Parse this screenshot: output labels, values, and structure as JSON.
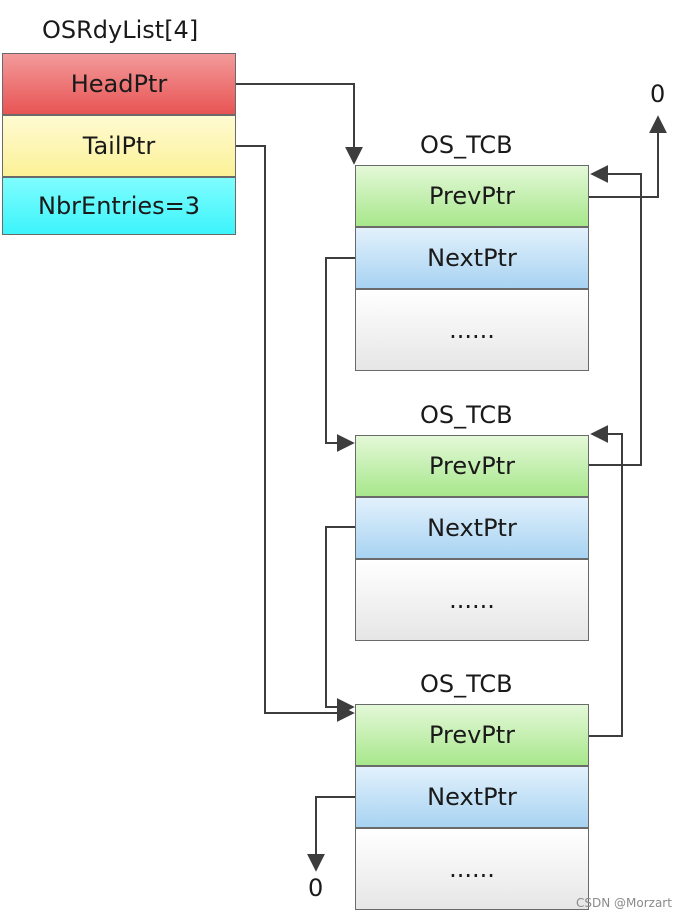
{
  "list": {
    "title": "OSRdyList[4]",
    "fields": [
      "HeadPtr",
      "TailPtr",
      "NbrEntries=3"
    ]
  },
  "tcbs": [
    {
      "title": "OS_TCB",
      "fields": [
        "PrevPtr",
        "NextPtr",
        "......"
      ]
    },
    {
      "title": "OS_TCB",
      "fields": [
        "PrevPtr",
        "NextPtr",
        "......"
      ]
    },
    {
      "title": "OS_TCB",
      "fields": [
        "PrevPtr",
        "NextPtr",
        "......"
      ]
    }
  ],
  "null_top": "0",
  "null_bottom": "0",
  "watermark": "CSDN @Morzart"
}
